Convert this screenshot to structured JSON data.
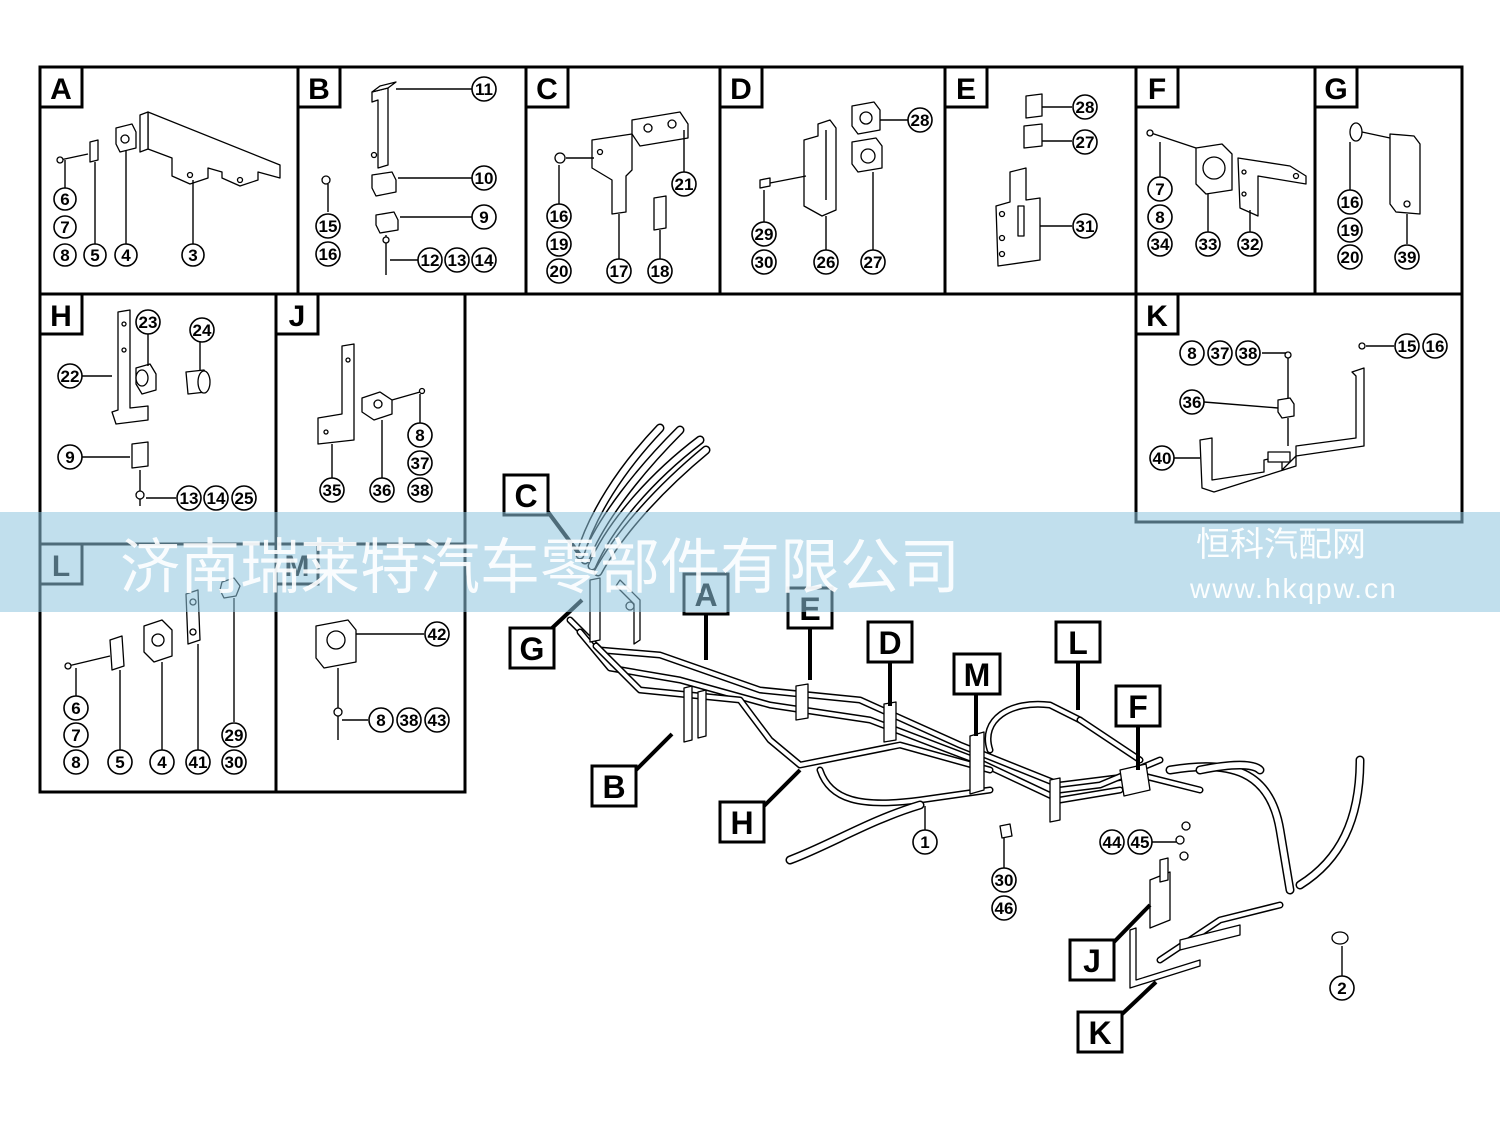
{
  "diagram": {
    "panels": [
      {
        "letter": "A",
        "callouts": [
          "6",
          "7",
          "8",
          "5",
          "4",
          "3"
        ]
      },
      {
        "letter": "B",
        "callouts": [
          "11",
          "10",
          "9",
          "15",
          "16",
          "12",
          "13",
          "14"
        ]
      },
      {
        "letter": "C",
        "callouts": [
          "21",
          "16",
          "19",
          "20",
          "17",
          "18"
        ]
      },
      {
        "letter": "D",
        "callouts": [
          "28",
          "29",
          "30",
          "26",
          "27"
        ]
      },
      {
        "letter": "E",
        "callouts": [
          "28",
          "27",
          "31"
        ]
      },
      {
        "letter": "F",
        "callouts": [
          "7",
          "8",
          "34",
          "33",
          "32"
        ]
      },
      {
        "letter": "G",
        "callouts": [
          "16",
          "19",
          "20",
          "39"
        ]
      },
      {
        "letter": "H",
        "callouts": [
          "23",
          "24",
          "22",
          "9",
          "13",
          "14",
          "25"
        ]
      },
      {
        "letter": "J",
        "callouts": [
          "8",
          "37",
          "38",
          "35",
          "36"
        ]
      },
      {
        "letter": "K",
        "callouts": [
          "8",
          "37",
          "38",
          "15",
          "16",
          "36",
          "40"
        ]
      },
      {
        "letter": "L",
        "callouts": [
          "6",
          "7",
          "8",
          "5",
          "4",
          "41",
          "29",
          "30"
        ]
      },
      {
        "letter": "M",
        "callouts": [
          "42",
          "8",
          "38",
          "43"
        ]
      }
    ],
    "main_labels": [
      "C",
      "G",
      "A",
      "E",
      "D",
      "M",
      "L",
      "F",
      "B",
      "H",
      "J",
      "K"
    ],
    "main_callouts": [
      "1",
      "2",
      "44",
      "45",
      "30",
      "46"
    ]
  },
  "watermark": {
    "company": "济南瑞莱特汽车零部件有限公司",
    "site_name": "恒科汽配网",
    "site_url": "www.hkqpw.cn"
  }
}
